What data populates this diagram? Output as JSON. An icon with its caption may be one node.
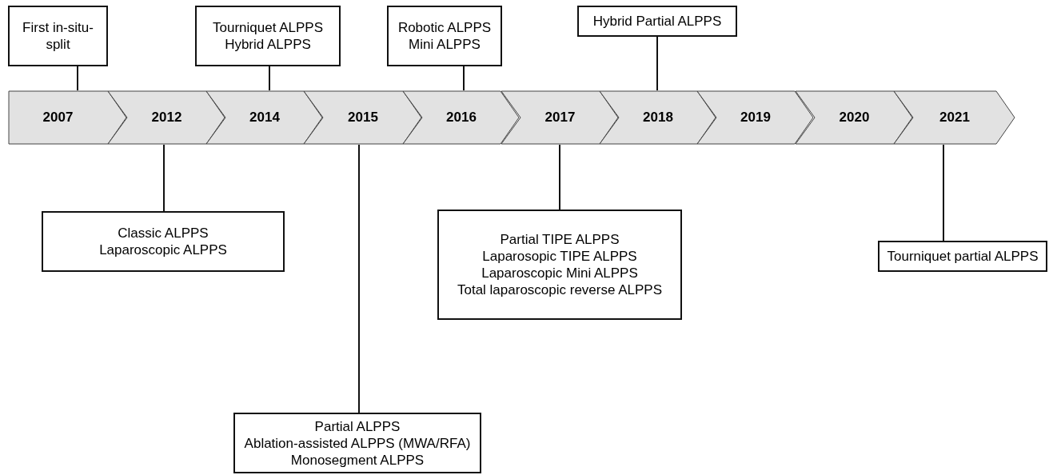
{
  "diagram": {
    "nodes": [
      {
        "text": [
          "First in-situ-split"
        ]
      },
      {
        "text": [
          "Tourniquet ALPPS",
          "Hybrid ALPPS"
        ]
      },
      {
        "text": [
          "Robotic ALPPS",
          "Mini ALPPS"
        ]
      },
      {
        "text": [
          "Hybrid Partial ALPPS"
        ]
      },
      {
        "text": [
          "2007"
        ]
      },
      {
        "text": [
          "2012"
        ]
      },
      {
        "text": [
          "2014"
        ]
      },
      {
        "text": [
          "2015"
        ]
      },
      {
        "text": [
          "2016"
        ]
      },
      {
        "text": [
          "2017"
        ]
      },
      {
        "text": [
          "2018"
        ]
      },
      {
        "text": [
          "2019"
        ]
      },
      {
        "text": [
          "2020"
        ]
      },
      {
        "text": [
          "2021"
        ]
      },
      {
        "text": [
          "Classic ALPPS",
          "Laparoscopic ALPPS"
        ]
      },
      {
        "text": [
          "Partial TIPE ALPPS",
          "Laparosopic TIPE ALPPS",
          "Laparoscopic Mini ALPPS",
          "Total laparoscopic reverse ALPPS"
        ]
      },
      {
        "text": [
          "Tourniquet partial ALPPS"
        ]
      },
      {
        "text": [
          "Partial ALPPS",
          "Ablation-assisted ALPPS (MWA/RFA)",
          "Monosegment ALPPS"
        ]
      }
    ],
    "edges": [
      {
        "from": 0,
        "to": 4,
        "arrow": "none"
      },
      {
        "from": 1,
        "to": 6,
        "arrow": "none"
      },
      {
        "from": 2,
        "to": 8,
        "arrow": "none"
      },
      {
        "from": 3,
        "to": 10,
        "arrow": "none"
      },
      {
        "from": 14,
        "to": 5,
        "arrow": "none"
      },
      {
        "from": 15,
        "to": 9,
        "arrow": "none"
      },
      {
        "from": 16,
        "to": 13,
        "arrow": "none"
      },
      {
        "from": 17,
        "to": 7,
        "arrow": "none"
      }
    ]
  }
}
